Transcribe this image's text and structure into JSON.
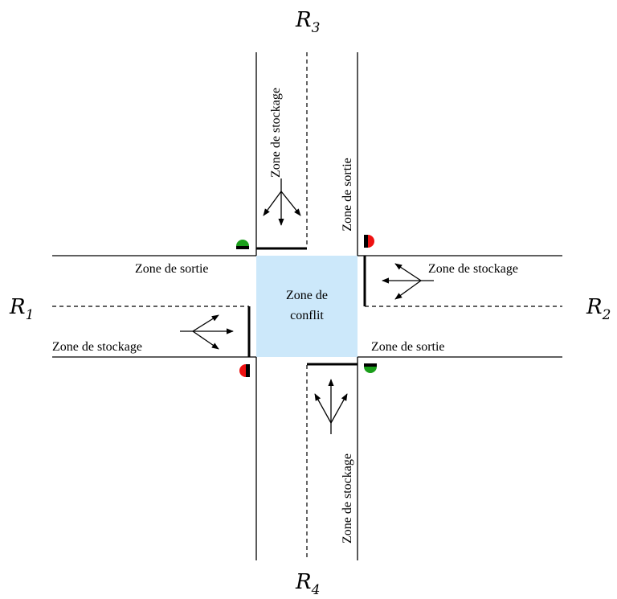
{
  "roads": {
    "r1": {
      "letter": "R",
      "index": "1"
    },
    "r2": {
      "letter": "R",
      "index": "2"
    },
    "r3": {
      "letter": "R",
      "index": "3"
    },
    "r4": {
      "letter": "R",
      "index": "4"
    }
  },
  "conflict_zone": {
    "line1": "Zone de",
    "line2": "conflit",
    "color": "#cce8fa"
  },
  "labels": {
    "storage": "Zone de stockage",
    "exit": "Zone de sortie"
  },
  "lights": {
    "north": "green",
    "east": "red",
    "south": "green",
    "west": "red",
    "green_color": "#1a9e1a",
    "red_color": "#ee1111"
  }
}
